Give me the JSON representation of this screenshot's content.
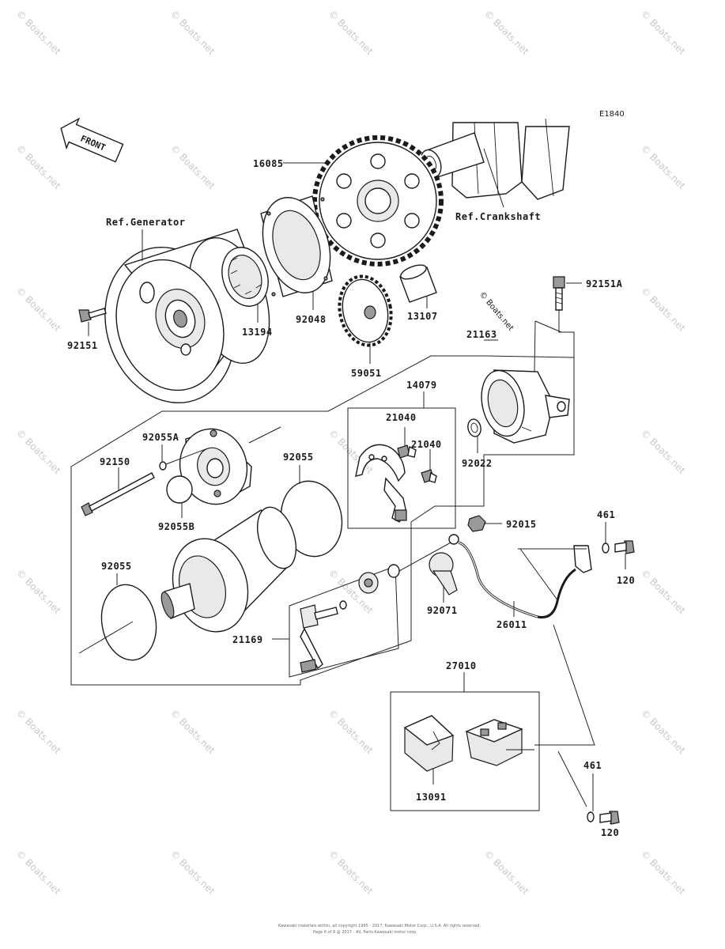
{
  "diagram_code": "E1840",
  "front_label": "FRONT",
  "references": {
    "generator": "Ref.Generator",
    "crankshaft": "Ref.Crankshaft"
  },
  "parts": [
    {
      "id": "p16085",
      "number": "16085"
    },
    {
      "id": "p13194",
      "number": "13194"
    },
    {
      "id": "p92048",
      "number": "92048"
    },
    {
      "id": "p13107",
      "number": "13107"
    },
    {
      "id": "p92151",
      "number": "92151"
    },
    {
      "id": "p59051",
      "number": "59051"
    },
    {
      "id": "p92151A",
      "number": "92151A"
    },
    {
      "id": "p21163",
      "number": "21163"
    },
    {
      "id": "p14079",
      "number": "14079"
    },
    {
      "id": "p21040a",
      "number": "21040"
    },
    {
      "id": "p21040b",
      "number": "21040"
    },
    {
      "id": "p92022",
      "number": "92022"
    },
    {
      "id": "p92055A",
      "number": "92055A"
    },
    {
      "id": "p92150",
      "number": "92150"
    },
    {
      "id": "p92055a",
      "number": "92055"
    },
    {
      "id": "p92055B",
      "number": "92055B"
    },
    {
      "id": "p92055b",
      "number": "92055"
    },
    {
      "id": "p92015",
      "number": "92015"
    },
    {
      "id": "p461a",
      "number": "461"
    },
    {
      "id": "p120a",
      "number": "120"
    },
    {
      "id": "p92071",
      "number": "92071"
    },
    {
      "id": "p26011",
      "number": "26011"
    },
    {
      "id": "p21169",
      "number": "21169"
    },
    {
      "id": "p27010",
      "number": "27010"
    },
    {
      "id": "p13091",
      "number": "13091"
    },
    {
      "id": "p461b",
      "number": "461"
    },
    {
      "id": "p120b",
      "number": "120"
    }
  ],
  "watermark": {
    "badge": "© Boats.net",
    "repeat_text": "© Boats.net"
  },
  "footer": {
    "line1": "Kawasaki materials within, all copyright 1995 - 2017, Kawasaki Motor Corp., U.S.A. All rights reserved.",
    "line2": "Page 6 of 9 @ 2017 - All, Parts Kawasaki motor corp."
  }
}
